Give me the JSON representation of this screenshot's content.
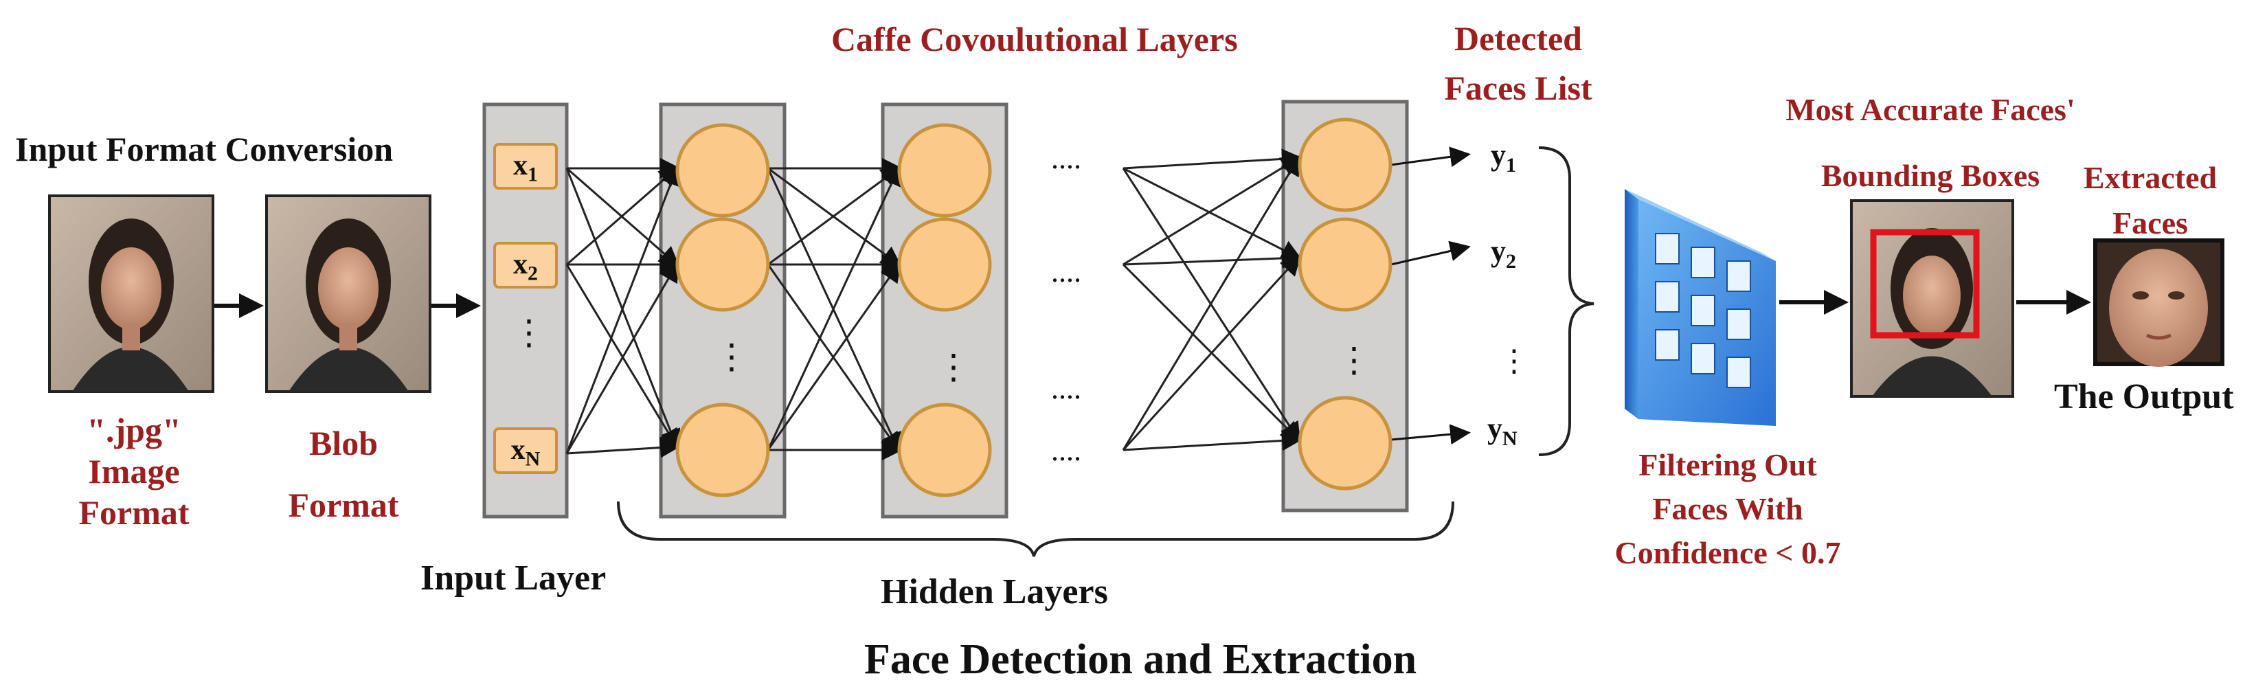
{
  "title": "Face Detection and Extraction",
  "stages": {
    "conversion": "Input Format Conversion",
    "jpg_line1": "\".jpg\"",
    "jpg_line2": "Image",
    "jpg_line3": "Format",
    "blob_line1": "Blob",
    "blob_line2": "Format",
    "caffe": "Caffe Covoulutional Layers",
    "detected_line1": "Detected",
    "detected_line2": "Faces List",
    "most_accurate_line1": "Most Accurate Faces'",
    "most_accurate_line2": "Bounding Boxes",
    "extracted_line1": "Extracted",
    "extracted_line2": "Faces",
    "output": "The Output",
    "filter_line1": "Filtering Out",
    "filter_line2": "Faces With",
    "filter_line3": "Confidence < 0.7",
    "input_layer": "Input Layer",
    "hidden_layers": "Hidden Layers"
  },
  "inputs": {
    "x1": "x",
    "x1_sub": "1",
    "x2": "x",
    "x2_sub": "2",
    "xn": "x",
    "xn_sub": "N",
    "vdots": "⋮"
  },
  "outputs": {
    "y1": "y",
    "y1_sub": "1",
    "y2": "y",
    "y2_sub": "2",
    "yn": "y",
    "yn_sub": "N",
    "vdots": "⋮"
  },
  "ellipsis": "....",
  "colors": {
    "label_red": "#9c1f1f",
    "node_fill": "#fbd3a1",
    "node_stroke": "#c8933c",
    "layer_fill": "#d3d0d0",
    "bbox_red": "#e0141a",
    "filter_blue": "#3a8be0"
  },
  "icons": {
    "filter": "filter-grid-icon",
    "arrow": "arrow-right-icon"
  }
}
